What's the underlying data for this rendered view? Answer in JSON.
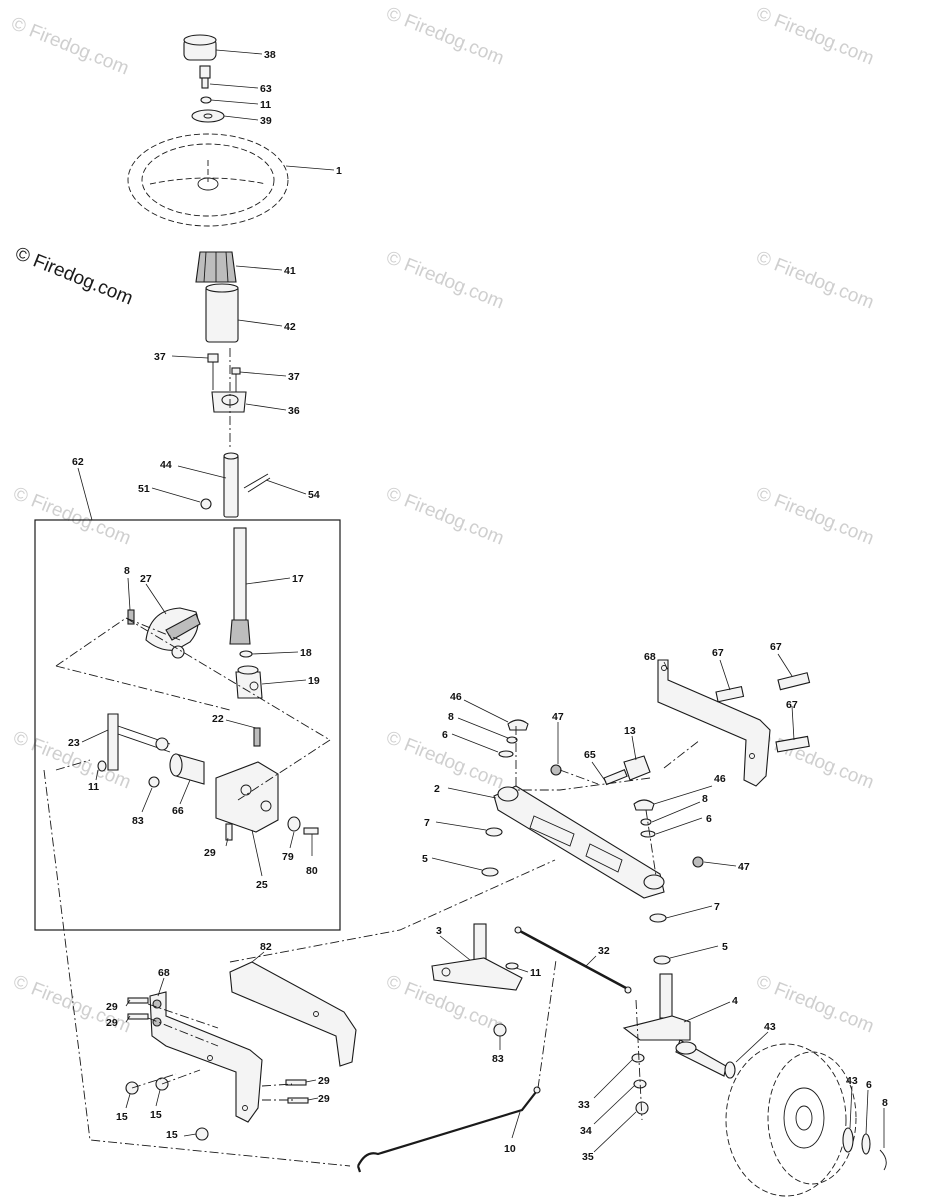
{
  "watermark": {
    "primary": "© Firedog.com",
    "repeat": "© Firedog.com"
  },
  "part_labels": {
    "p38": "38",
    "p63": "63",
    "p11a": "11",
    "p39": "39",
    "p1": "1",
    "p41": "41",
    "p42": "42",
    "p37a": "37",
    "p37b": "37",
    "p36": "36",
    "p44": "44",
    "p51": "51",
    "p54": "54",
    "p62": "62",
    "p17": "17",
    "p8a": "8",
    "p27": "27",
    "p18": "18",
    "p19": "19",
    "p22": "22",
    "p23": "23",
    "p11b": "11",
    "p83a": "83",
    "p66": "66",
    "p29a": "29",
    "p79": "79",
    "p80": "80",
    "p25": "25",
    "p68a": "68",
    "p67a": "67",
    "p67b": "67",
    "p67c": "67",
    "p46a": "46",
    "p8b": "8",
    "p6a": "6",
    "p47a": "47",
    "p13": "13",
    "p65": "65",
    "p2": "2",
    "p46b": "46",
    "p8c": "8",
    "p6b": "6",
    "p7a": "7",
    "p5a": "5",
    "p47b": "47",
    "p7b": "7",
    "p5b": "5",
    "p3": "3",
    "p32": "32",
    "p11c": "11",
    "p4": "4",
    "p43a": "43",
    "p83b": "83",
    "p82": "82",
    "p68b": "68",
    "p29b": "29",
    "p29c": "29",
    "p29d": "29",
    "p29e": "29",
    "p15a": "15",
    "p15b": "15",
    "p15c": "15",
    "p10": "10",
    "p33": "33",
    "p34": "34",
    "p35": "35",
    "p43b": "43",
    "p6c": "6",
    "p8d": "8"
  }
}
